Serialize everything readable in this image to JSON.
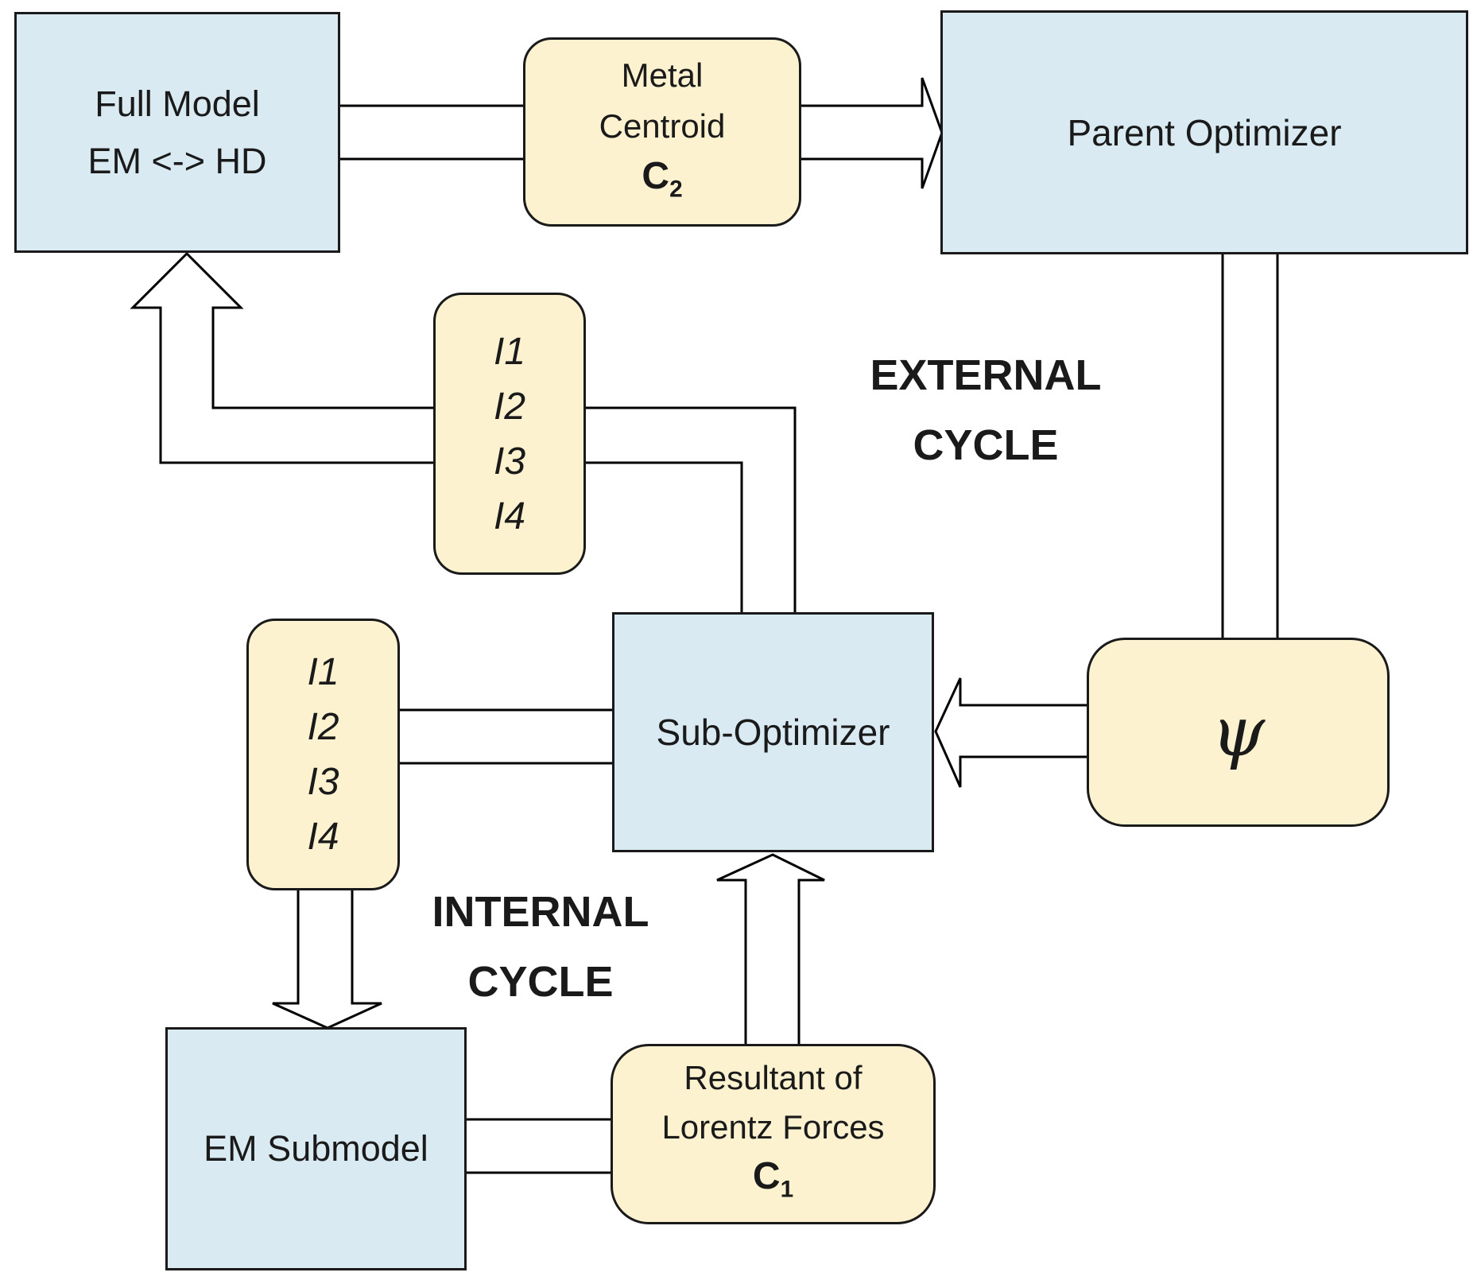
{
  "diagram": {
    "boxes": {
      "full_model": {
        "line1": "Full Model",
        "line2": "EM <-> HD"
      },
      "metal_centroid": {
        "line1": "Metal",
        "line2": "Centroid",
        "symbol": "C",
        "subscript": "2"
      },
      "parent_optimizer": {
        "label": "Parent Optimizer"
      },
      "io_upper": {
        "items": [
          "I1",
          "I2",
          "I3",
          "I4"
        ]
      },
      "sub_optimizer": {
        "label": "Sub-Optimizer"
      },
      "psi": {
        "symbol": "ψ"
      },
      "io_lower": {
        "items": [
          "I1",
          "I2",
          "I3",
          "I4"
        ]
      },
      "em_submodel": {
        "label": "EM Submodel"
      },
      "resultant": {
        "line1": "Resultant of",
        "line2": "Lorentz Forces",
        "symbol": "C",
        "subscript": "1"
      }
    },
    "labels": {
      "external_cycle": {
        "line1": "EXTERNAL",
        "line2": "CYCLE"
      },
      "internal_cycle": {
        "line1": "INTERNAL",
        "line2": "CYCLE"
      }
    },
    "colors": {
      "box_blue_fill": "#d9eaf2",
      "box_yellow_fill": "#fcf2d0",
      "border": "#1a1a1a",
      "connector": "#000000",
      "text": "#1a1a1a",
      "background": "#ffffff"
    }
  }
}
